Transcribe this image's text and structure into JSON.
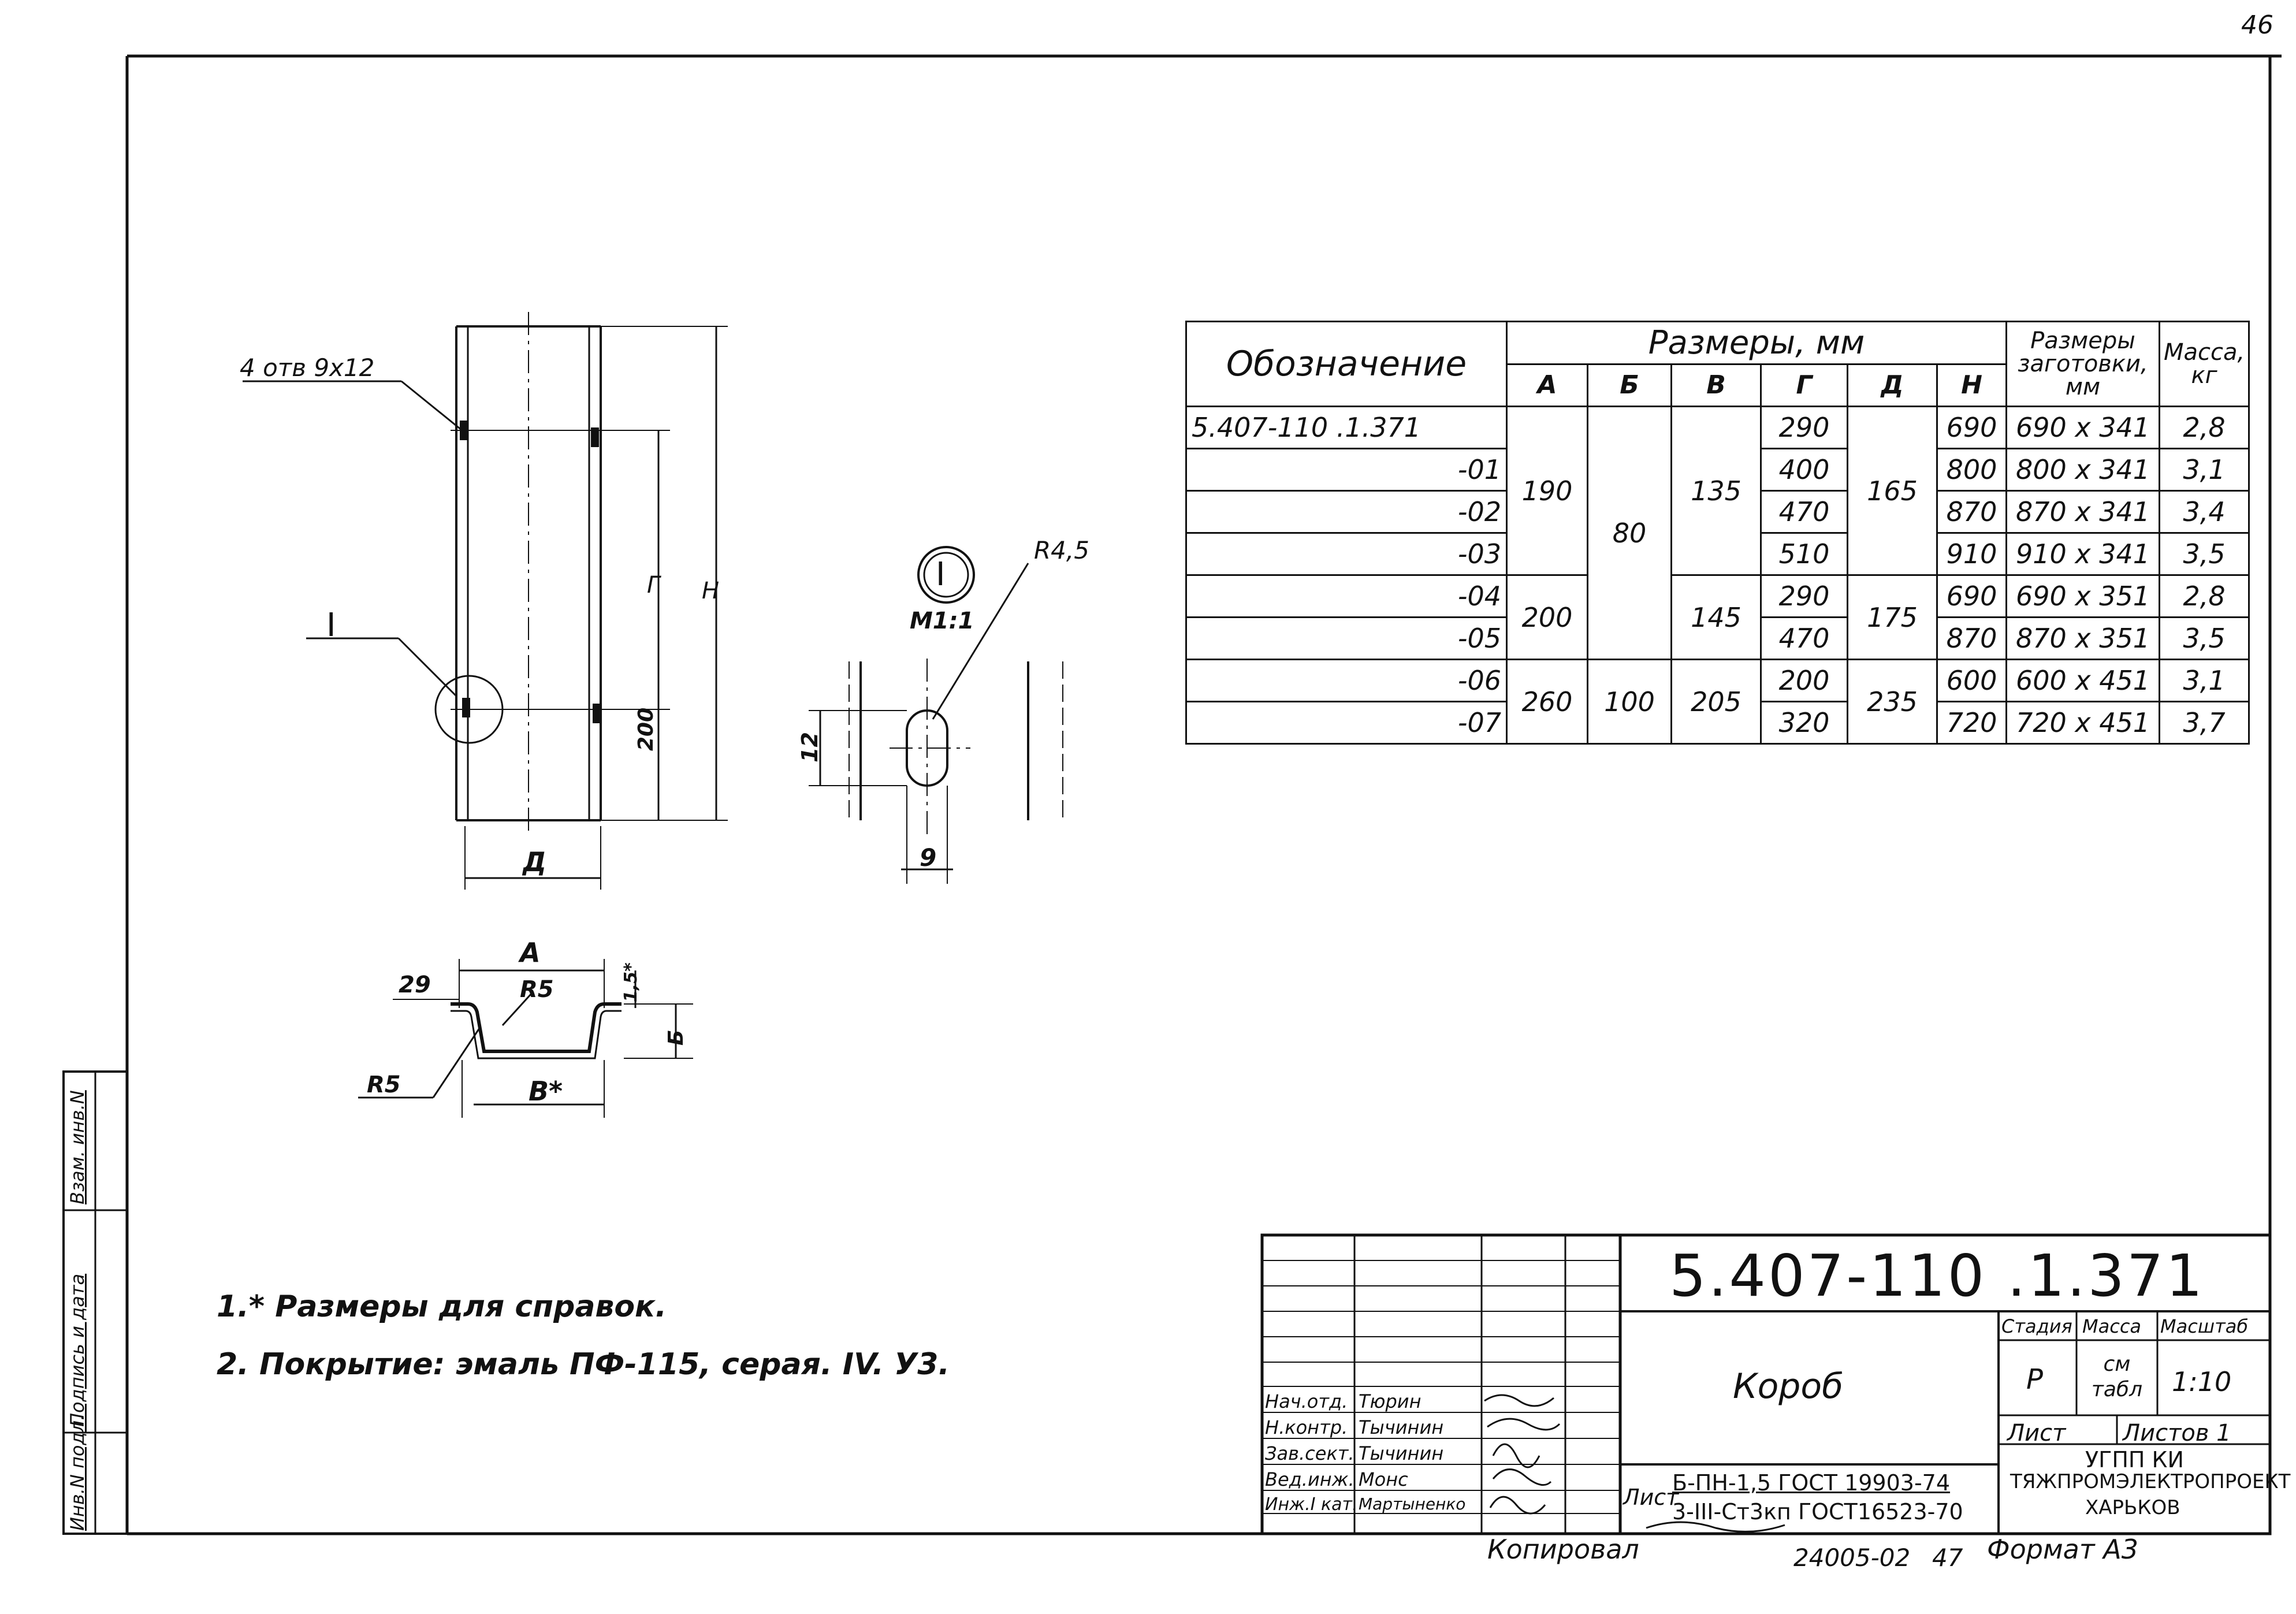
{
  "page_number": "46",
  "drawing_number": "5.407-110 .1.371",
  "title_block": {
    "name": "Короб",
    "stage_label": "Стадия",
    "mass_label": "Масса",
    "scale_label": "Масштаб",
    "stage": "Р",
    "mass_value": "см табл",
    "scale": "1:10",
    "sheet_label": "Лист",
    "sheets_label": "Листов 1",
    "material_prefix": "Лист",
    "material_line1": "Б-ПН-1,5 ГОСТ 19903-74",
    "material_line2": "3-III-Ст3кп ГОСТ16523-70",
    "org_line1": "УГПП КИ",
    "org_line2": "ТЯЖПРОМЭЛЕКТРОПРОЕКТ",
    "org_line3": "ХАРЬКОВ",
    "signatures": [
      {
        "role": "Нач.отд.",
        "name": "Тюрин"
      },
      {
        "role": "Н.контр.",
        "name": "Тычинин"
      },
      {
        "role": "Зав.сект.",
        "name": "Тычинин"
      },
      {
        "role": "Вед.инж.",
        "name": "Монс"
      },
      {
        "role": "Инж.I кат.",
        "name": "Мартыненко"
      }
    ]
  },
  "side_stamp": {
    "inv_no": "Инв.N подл.",
    "sign_date": "Подпись и дата",
    "replace_inv": "Взам. инв.N"
  },
  "footer": {
    "copied": "Копировал",
    "order": "24005-02",
    "sheet": "47",
    "format": "Формат А3"
  },
  "notes": [
    "1.* Размеры для справок.",
    "2. Покрытие: эмаль ПФ-115, серая. IV. У3."
  ],
  "dims": {
    "holes": "4 отв 9x12",
    "detail_mark": "I",
    "g": "Г",
    "h": "Н",
    "d200": "200",
    "d": "Д",
    "r45": "R4,5",
    "scale_detail": "М1:1",
    "d12": "12",
    "d9": "9",
    "a": "A",
    "d29": "29",
    "r5a": "R5",
    "r5b": "R5",
    "t16": "1,5*",
    "b": "Б",
    "v": "В*"
  },
  "table": {
    "header_desig": "Обозначение",
    "header_sizes": "Размеры, мм",
    "header_blank": "Размеры заготовки, мм",
    "header_mass": "Масса, кг",
    "cols": [
      "A",
      "Б",
      "В",
      "Г",
      "Д",
      "Н"
    ],
    "rows": [
      {
        "desig": "5.407-110 .1.371",
        "g": "290",
        "h": "690",
        "blank": "690 x 341",
        "mass": "2,8"
      },
      {
        "desig": "-01",
        "g": "400",
        "h": "800",
        "blank": "800 x 341",
        "mass": "3,1"
      },
      {
        "desig": "-02",
        "g": "470",
        "h": "870",
        "blank": "870 x 341",
        "mass": "3,4"
      },
      {
        "desig": "-03",
        "g": "510",
        "h": "910",
        "blank": "910 x 341",
        "mass": "3,5"
      },
      {
        "desig": "-04",
        "g": "290",
        "h": "690",
        "blank": "690 x 351",
        "mass": "2,8"
      },
      {
        "desig": "-05",
        "g": "470",
        "h": "870",
        "blank": "870 x 351",
        "mass": "3,5"
      },
      {
        "desig": "-06",
        "g": "200",
        "h": "600",
        "blank": "600 x 451",
        "mass": "3,1"
      },
      {
        "desig": "-07",
        "g": "320",
        "h": "720",
        "blank": "720 x 451",
        "mass": "3,7"
      }
    ],
    "groups": [
      {
        "a": "190",
        "v": "135",
        "d": "165"
      },
      {
        "a": "200",
        "v": "145",
        "d": "175"
      },
      {
        "a": "260",
        "v": "205",
        "d": "235"
      }
    ],
    "b_values": [
      "80",
      "100"
    ]
  }
}
